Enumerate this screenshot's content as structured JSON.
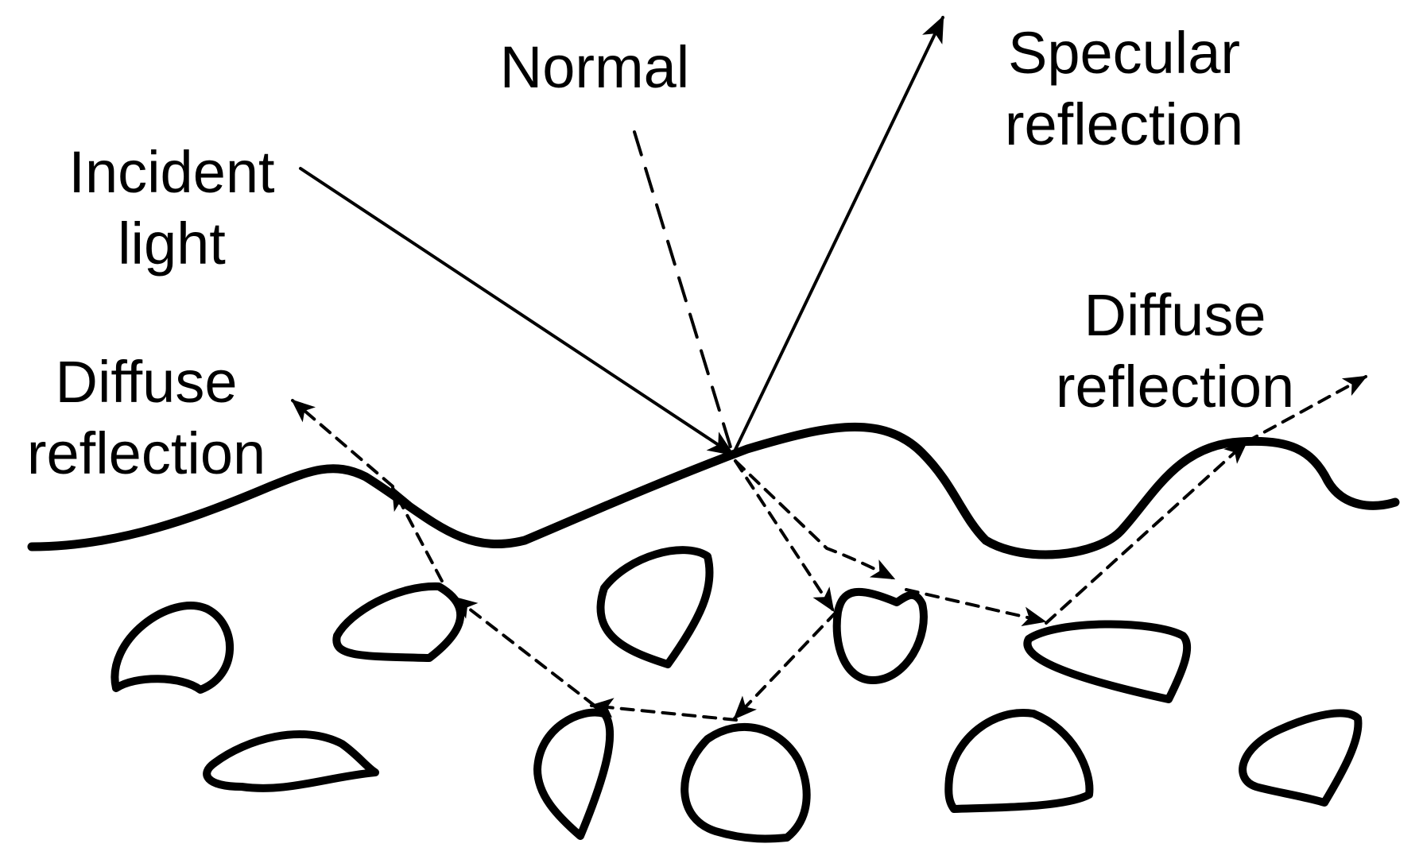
{
  "labels": {
    "normal": "Normal",
    "specular_line1": "Specular",
    "specular_line2": "reflection",
    "incident_line1": "Incident",
    "incident_line2": "light",
    "diffuse_left_line1": "Diffuse",
    "diffuse_left_line2": "reflection",
    "diffuse_right_line1": "Diffuse",
    "diffuse_right_line2": "reflection"
  },
  "colors": {
    "ink": "#000000",
    "background": "#ffffff"
  }
}
